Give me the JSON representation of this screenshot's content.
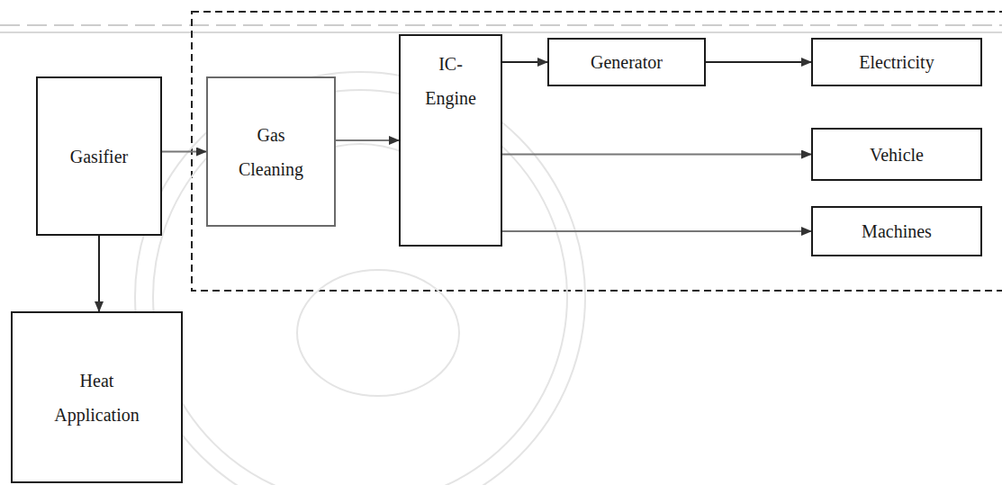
{
  "diagram": {
    "nodes": [
      {
        "text": [
          "Gasifier"
        ]
      },
      {
        "text": [
          "Gas Cleaning"
        ]
      },
      {
        "text": [
          "IC- Engine"
        ]
      },
      {
        "text": [
          "Generator"
        ]
      },
      {
        "text": [
          "Electricity"
        ]
      },
      {
        "text": [
          "Vehicle"
        ]
      },
      {
        "text": [
          "Machines"
        ]
      },
      {
        "text": [
          "Heat Application"
        ]
      }
    ],
    "edges": [
      {
        "from": 0,
        "to": 1,
        "arrow": "to"
      },
      {
        "from": 1,
        "to": 2,
        "arrow": "to"
      },
      {
        "from": 2,
        "to": 3,
        "arrow": "to"
      },
      {
        "from": 3,
        "to": 4,
        "arrow": "to"
      },
      {
        "from": 2,
        "to": 5,
        "arrow": "to"
      },
      {
        "from": 2,
        "to": 6,
        "arrow": "to"
      },
      {
        "from": 0,
        "to": 7,
        "arrow": "to"
      }
    ]
  }
}
